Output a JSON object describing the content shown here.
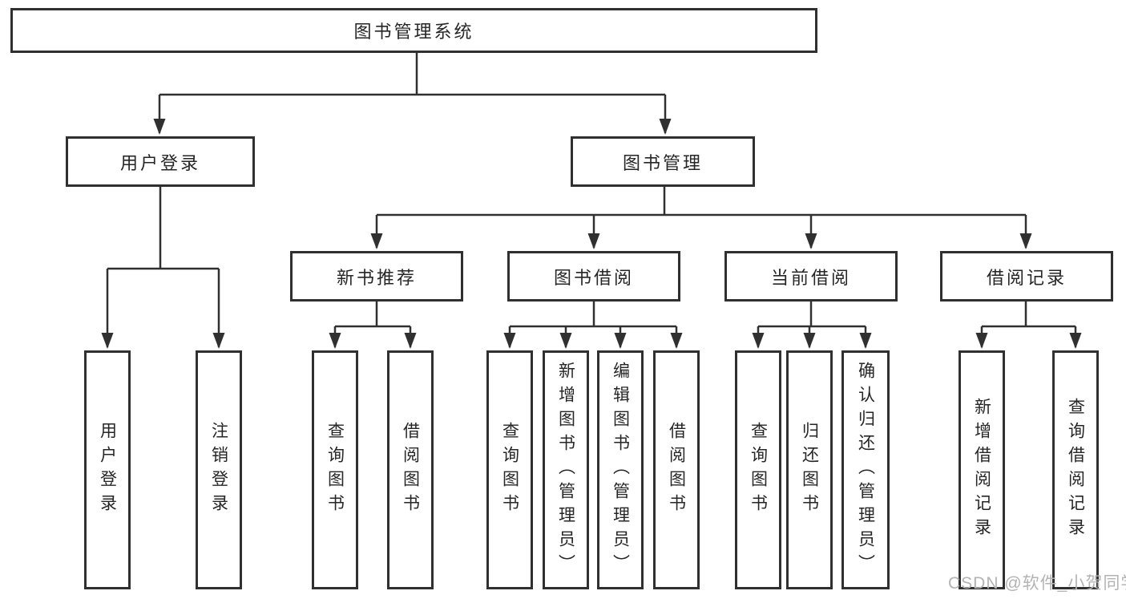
{
  "diagram": {
    "root": {
      "label": "图书管理系统"
    },
    "level2": [
      {
        "id": "user-login",
        "label": "用户登录"
      },
      {
        "id": "book-management",
        "label": "图书管理"
      }
    ],
    "level3": [
      {
        "id": "new-book-recommend",
        "label": "新书推荐",
        "parent": "图书管理"
      },
      {
        "id": "book-borrow",
        "label": "图书借阅",
        "parent": "图书管理"
      },
      {
        "id": "current-borrow",
        "label": "当前借阅",
        "parent": "图书管理"
      },
      {
        "id": "borrow-records",
        "label": "借阅记录",
        "parent": "图书管理"
      }
    ],
    "leaves": [
      {
        "label": "用户登录",
        "parent": "用户登录"
      },
      {
        "label": "注销登录",
        "parent": "用户登录"
      },
      {
        "label": "查询图书",
        "parent": "新书推荐"
      },
      {
        "label": "借阅图书",
        "parent": "新书推荐"
      },
      {
        "label": "查询图书",
        "parent": "图书借阅"
      },
      {
        "label": "新增图书（管理员）",
        "parent": "图书借阅"
      },
      {
        "label": "编辑图书（管理员）",
        "parent": "图书借阅"
      },
      {
        "label": "借阅图书",
        "parent": "图书借阅"
      },
      {
        "label": "查询图书",
        "parent": "当前借阅"
      },
      {
        "label": "归还图书",
        "parent": "当前借阅"
      },
      {
        "label": "确认归还（管理员）",
        "parent": "当前借阅"
      },
      {
        "label": "新增借阅记录",
        "parent": "借阅记录"
      },
      {
        "label": "查询借阅记录",
        "parent": "借阅记录"
      }
    ]
  },
  "watermark": {
    "text": "CSDN @软件_小贺同学"
  },
  "colors": {
    "line": "#303030",
    "box_border": "#303030",
    "text": "#262626",
    "background": "#ffffff",
    "watermark": "#b3b3b3"
  }
}
